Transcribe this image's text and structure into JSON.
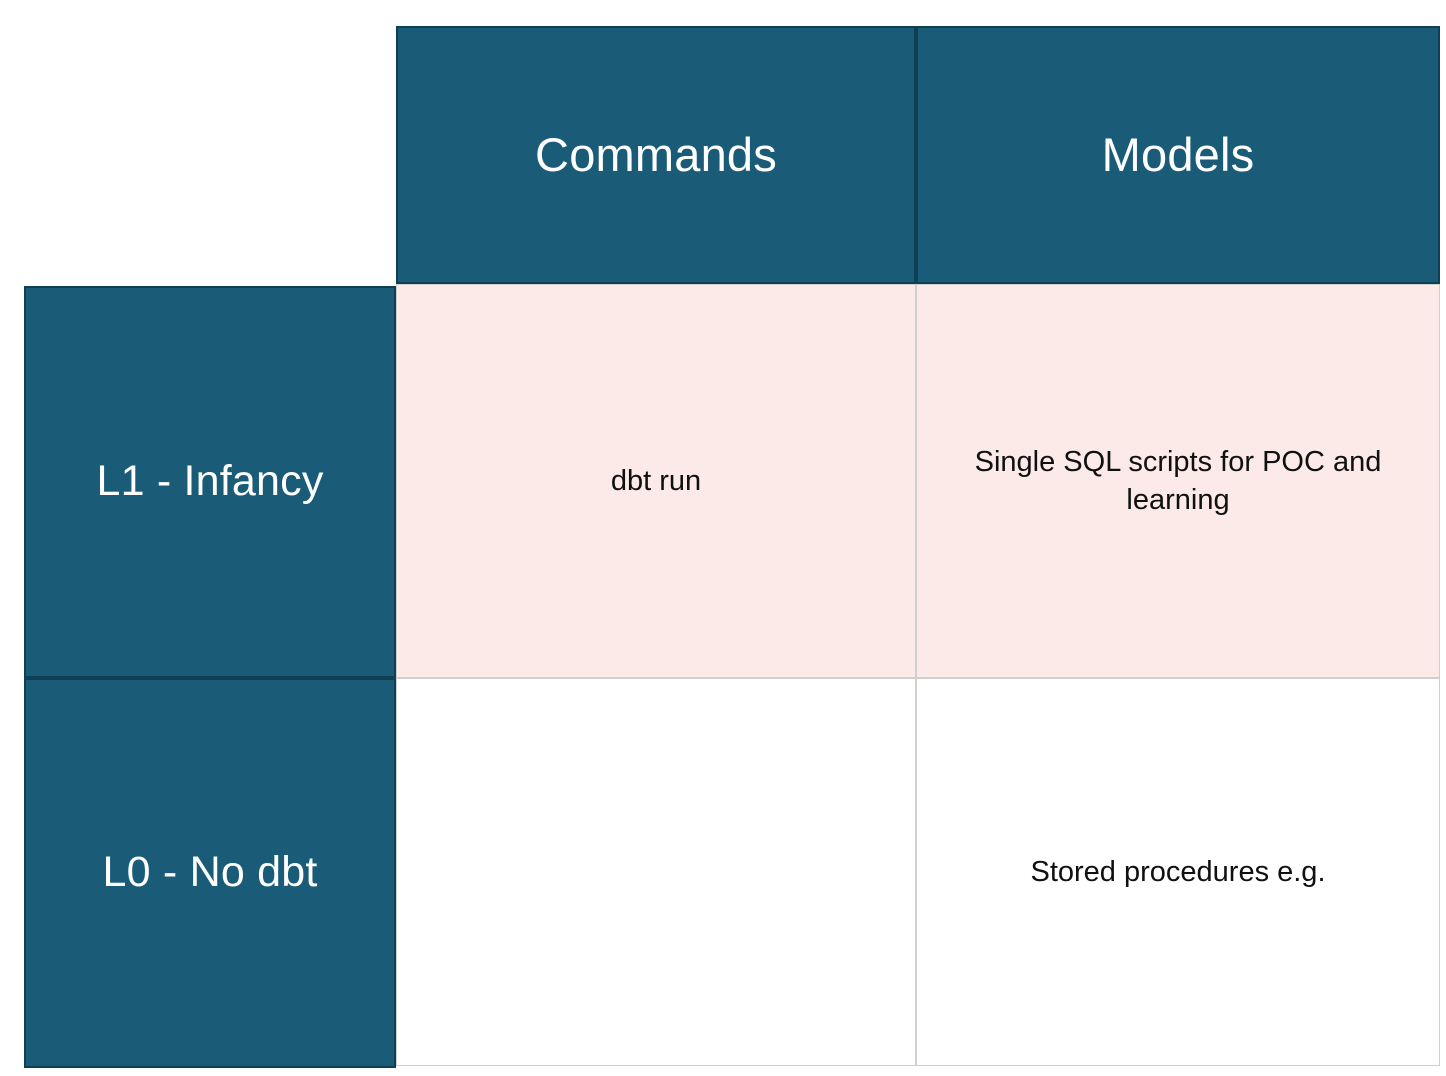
{
  "matrix": {
    "corner_label": "",
    "colors": {
      "header_fill": "#1a5c78",
      "header_border": "#0f3f52",
      "header_text": "#ffffff",
      "row_label_fill": "#1a5c78",
      "row_label_text": "#ffffff",
      "cell_border": "#cfcfcf",
      "tone_pink": "#fbeae7",
      "tone_white": "#ffffff",
      "body_text": "#101010"
    },
    "columns": [
      {
        "key": "commands",
        "label": "Commands"
      },
      {
        "key": "models",
        "label": "Models"
      }
    ],
    "rows": [
      {
        "key": "l1",
        "label": "L1 - Infancy",
        "tone": "pink",
        "cells": [
          {
            "column": "commands",
            "text": "dbt run"
          },
          {
            "column": "models",
            "text": "Single SQL scripts for POC and learning"
          }
        ]
      },
      {
        "key": "l0",
        "label": "L0 - No dbt",
        "tone": "white",
        "cells": [
          {
            "column": "commands",
            "text": ""
          },
          {
            "column": "models",
            "text": "Stored procedures e.g."
          }
        ]
      }
    ]
  }
}
